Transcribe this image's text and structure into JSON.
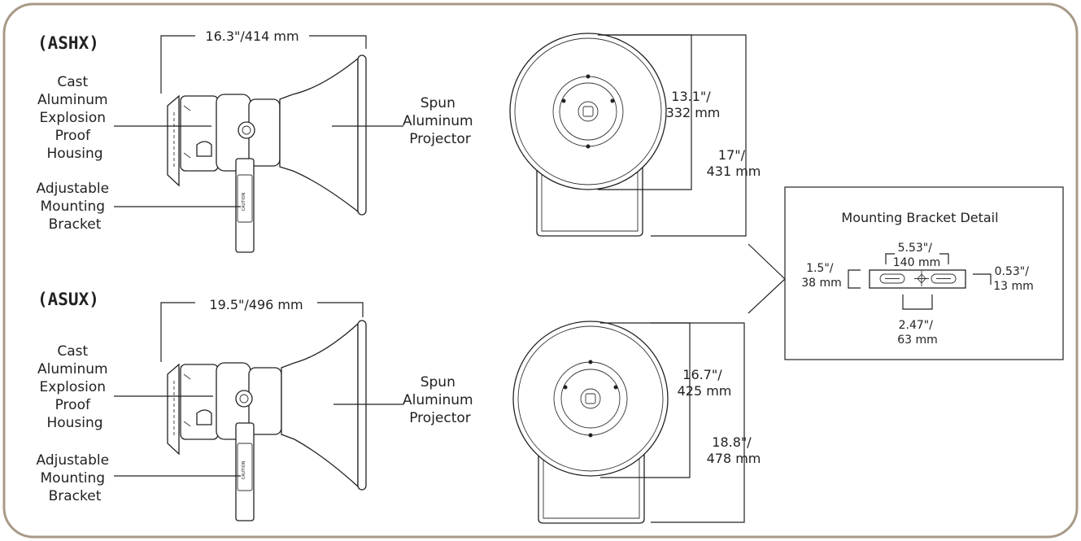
{
  "colors": {
    "frame_border": "#a89a88",
    "line": "#222222"
  },
  "ashx": {
    "model": "(ASHX)",
    "width_dim": "16.3\"/414 mm",
    "housing_label": [
      "Cast",
      "Aluminum",
      "Explosion",
      "Proof",
      "Housing"
    ],
    "bracket_label": [
      "Adjustable",
      "Mounting",
      "Bracket"
    ],
    "projector_label": [
      "Spun",
      "Aluminum",
      "Projector"
    ],
    "bracket_plate_text": "CAUTION",
    "diameter_dim": [
      "13.1\"/",
      "332 mm"
    ],
    "height_dim": [
      "17\"/",
      "431 mm"
    ]
  },
  "asux": {
    "model": "(ASUX)",
    "width_dim": "19.5\"/496 mm",
    "housing_label": [
      "Cast",
      "Aluminum",
      "Explosion",
      "Proof",
      "Housing"
    ],
    "bracket_label": [
      "Adjustable",
      "Mounting",
      "Bracket"
    ],
    "projector_label": [
      "Spun",
      "Aluminum",
      "Projector"
    ],
    "bracket_plate_text": "CAUTION",
    "diameter_dim": [
      "16.7\"/",
      "425 mm"
    ],
    "height_dim": [
      "18.8\"/",
      "478 mm"
    ]
  },
  "bracket_detail": {
    "title": "Mounting Bracket Detail",
    "top_dim": [
      "5.53\"/",
      "140 mm"
    ],
    "left_dim": [
      "1.5\"/",
      "38 mm"
    ],
    "right_dim": [
      "0.53\"/",
      "13 mm"
    ],
    "bottom_dim": [
      "2.47\"/",
      "63 mm"
    ]
  }
}
